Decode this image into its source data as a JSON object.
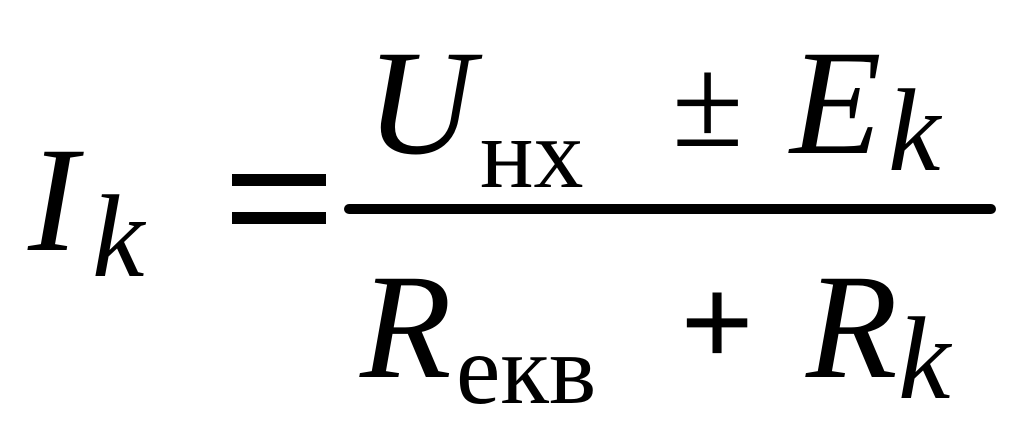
{
  "formula": {
    "lhs": {
      "symbol": "I",
      "subscript": "k"
    },
    "equals": "=",
    "numerator": {
      "term1": {
        "symbol": "U",
        "subscript": "нх"
      },
      "operator": "±",
      "term2": {
        "symbol": "E",
        "subscript": "k"
      }
    },
    "denominator": {
      "term1": {
        "symbol": "R",
        "subscript": "екв"
      },
      "operator": "+",
      "term2": {
        "symbol": "R",
        "subscript": "k"
      }
    }
  }
}
